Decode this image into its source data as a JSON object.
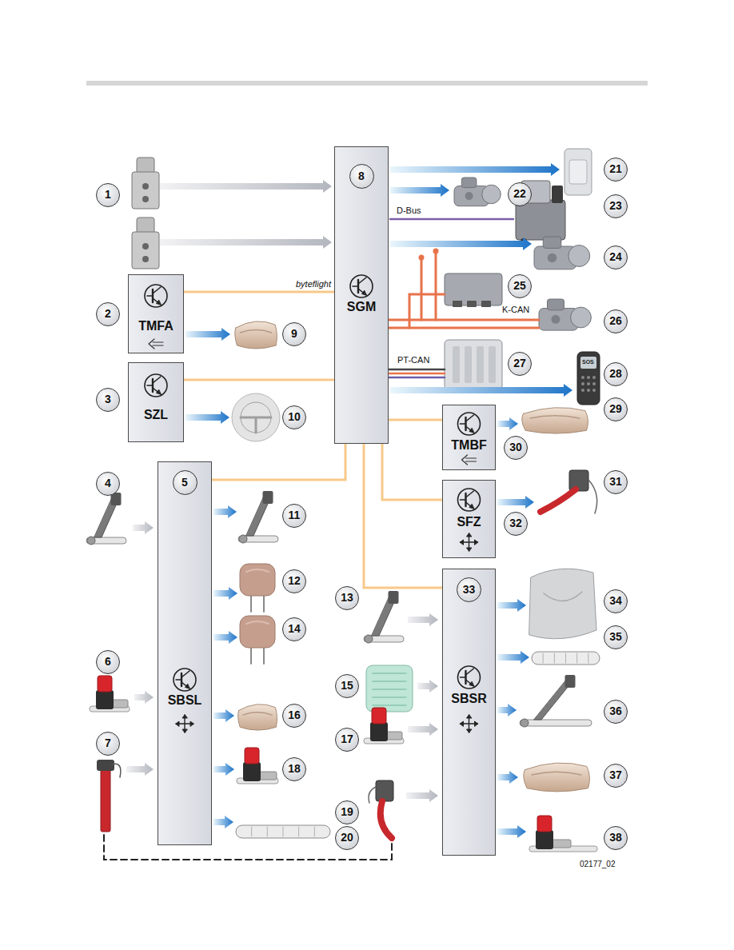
{
  "diagram": {
    "nodes": [
      {
        "text": [
          "8",
          "SGM"
        ]
      },
      {
        "text": [
          "TMFA"
        ]
      },
      {
        "text": [
          "SZL"
        ]
      },
      {
        "text": [
          "5",
          "SBSL"
        ]
      },
      {
        "text": [
          "TMBF"
        ]
      },
      {
        "text": [
          "SFZ"
        ]
      },
      {
        "text": [
          "33",
          "SBSR"
        ]
      }
    ],
    "edges": [
      {
        "from": 0,
        "to": 1,
        "arrow": "none",
        "label": "byteflight"
      },
      {
        "from": 0,
        "to": 2,
        "arrow": "none"
      },
      {
        "from": 0,
        "to": 3,
        "arrow": "none"
      },
      {
        "from": 0,
        "to": 4,
        "arrow": "none"
      },
      {
        "from": 0,
        "to": 5,
        "arrow": "none"
      },
      {
        "from": 0,
        "to": 6,
        "arrow": "none"
      }
    ],
    "labels": [
      "1",
      "2",
      "3",
      "4",
      "6",
      "7",
      "9",
      "10",
      "11",
      "12",
      "13",
      "14",
      "15",
      "16",
      "17",
      "18",
      "19",
      "20",
      "21",
      "22",
      "23",
      "24",
      "25",
      "26",
      "27",
      "28",
      "29",
      "30",
      "31",
      "32",
      "34",
      "35",
      "36",
      "37",
      "38",
      "D-Bus",
      "K-CAN",
      "PT-CAN",
      "SOS",
      "02177_02"
    ]
  }
}
